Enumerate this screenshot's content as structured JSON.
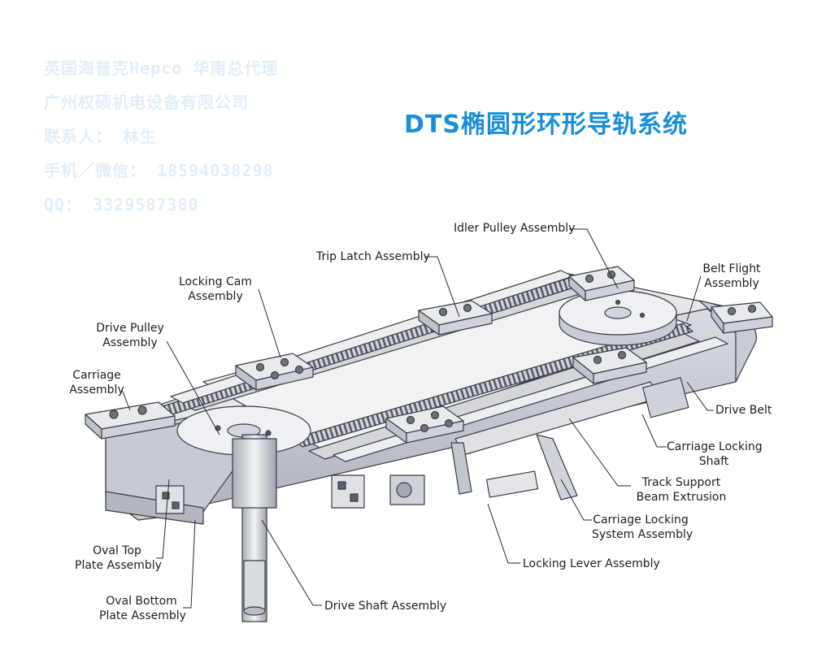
{
  "watermark": {
    "line1": "英国海普克Hepco 华南总代理",
    "line2": "广州权硕机电设备有限公司",
    "line3": "联系人： 林生",
    "line4": "手机／微信： 18594038298",
    "line5": "QQ： 3329587380"
  },
  "title": "DTS椭圆形环形导轨系统",
  "labels": {
    "idler_pulley": [
      "Idler Pulley Assembly"
    ],
    "trip_latch": [
      "Trip Latch Assembly"
    ],
    "locking_cam": [
      "Locking Cam",
      "Assembly"
    ],
    "belt_flight": [
      "Belt Flight",
      "Assembly"
    ],
    "drive_pulley": [
      "Drive Pulley",
      "Assembly"
    ],
    "carriage": [
      "Carriage",
      "Assembly"
    ],
    "drive_belt": [
      "Drive Belt"
    ],
    "carriage_locking_shaft": [
      "Carriage Locking",
      "Shaft"
    ],
    "track_support": [
      "Track Support",
      "Beam Extrusion"
    ],
    "carriage_locking_system": [
      "Carriage Locking",
      "System Assembly"
    ],
    "locking_lever": [
      "Locking Lever Assembly"
    ],
    "oval_top": [
      "Oval Top",
      "Plate Assembly"
    ],
    "oval_bottom": [
      "Oval Bottom",
      "Plate Assembly"
    ],
    "drive_shaft": [
      "Drive Shaft Assembly"
    ]
  },
  "colors": {
    "title": "#1a8fd8",
    "watermark": "#e1eef8",
    "metal_light": "#e9eaee",
    "metal_mid": "#c9ccd4",
    "metal_dark": "#9aa0ab",
    "outline": "#3a3d44"
  }
}
